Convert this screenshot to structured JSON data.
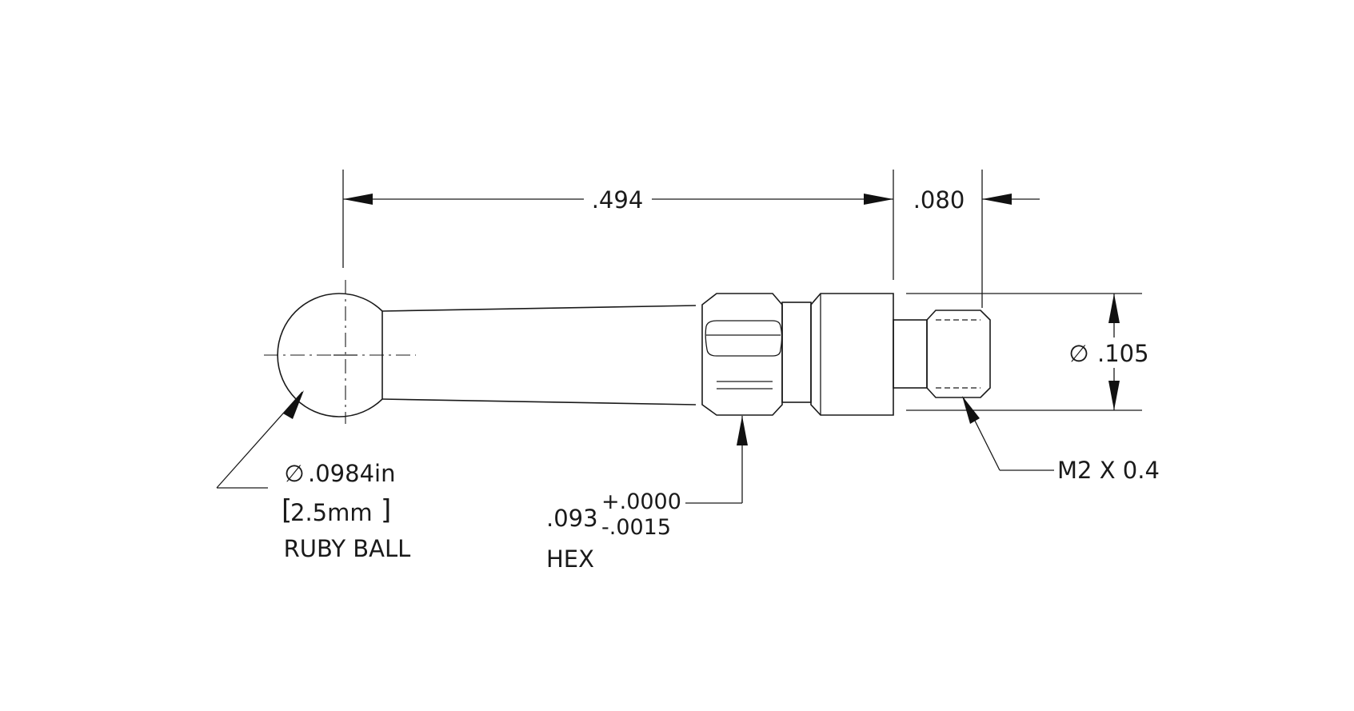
{
  "dimensions": {
    "length": ".494",
    "thread_length": ".080",
    "diameter_symbol": "∅",
    "diameter": ".105"
  },
  "ball": {
    "diameter_symbol": "∅",
    "diameter_in": ".0984in",
    "bracket_open": "[",
    "diameter_mm": "2.5mm",
    "bracket_close": "]",
    "name": "RUBY BALL"
  },
  "hex": {
    "nominal": ".093",
    "tol_plus": "+.0000",
    "tol_minus": "-.0015",
    "name": "HEX"
  },
  "thread": {
    "spec": "M2 X 0.4"
  }
}
